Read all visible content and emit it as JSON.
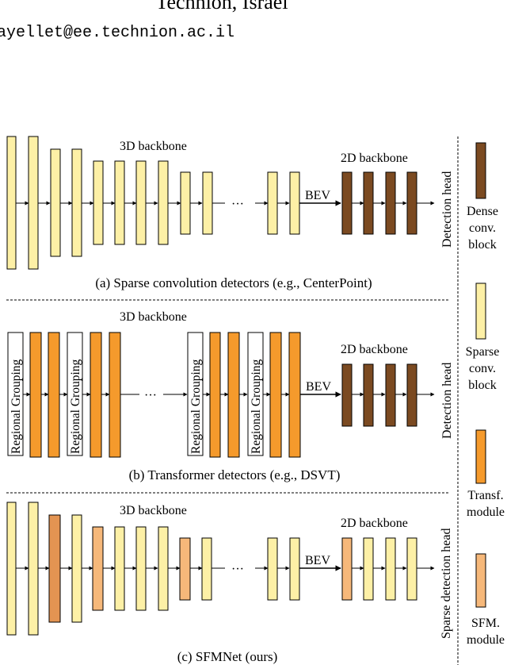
{
  "header": {
    "affiliation": "Technion, Israel",
    "email": "ayellet@ee.technion.ac.il"
  },
  "colors": {
    "dense": "#7b4a21",
    "sparse": "#fdf0a6",
    "transformer": "#f59a2c",
    "sfm": "#f6b87a"
  },
  "panels": [
    {
      "backbone3d": "3D backbone",
      "backbone2d": "2D backbone",
      "bev": "BEV",
      "ellipsis": "···",
      "head": "Detection head",
      "caption": "(a) Sparse convolution detectors (e.g., CenterPoint)"
    },
    {
      "backbone3d": "3D backbone",
      "backbone2d": "2D backbone",
      "bev": "BEV",
      "ellipsis": "···",
      "head": "Detection head",
      "group_label": "Regional Grouping",
      "caption": "(b) Transformer detectors (e.g., DSVT)"
    },
    {
      "backbone3d": "3D backbone",
      "backbone2d": "2D backbone",
      "bev": "BEV",
      "ellipsis": "···",
      "head": "Sparse detection head",
      "caption": "(c) SFMNet (ours)"
    }
  ],
  "legend": [
    {
      "line1": "Dense",
      "line2": "conv.",
      "line3": "block"
    },
    {
      "line1": "Sparse",
      "line2": "conv.",
      "line3": "block"
    },
    {
      "line1": "Transf.",
      "line2": "module",
      "line3": ""
    },
    {
      "line1": "SFM.",
      "line2": "module",
      "line3": ""
    }
  ]
}
